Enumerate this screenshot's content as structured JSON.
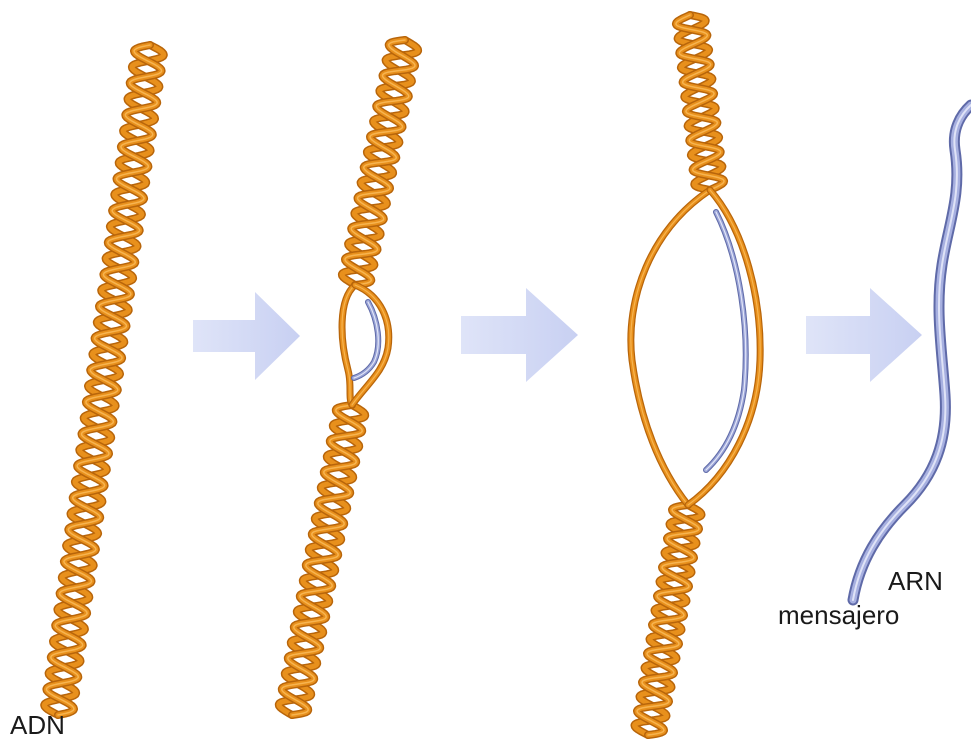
{
  "labels": {
    "dna": "ADN",
    "rna_line1": "ARN",
    "rna_line2": "mensajero"
  },
  "colors": {
    "dna_strand": "#e8901c",
    "dna_strand_dark": "#b8650a",
    "dna_strand_light": "#f7b450",
    "rna_strand": "#9aa4d6",
    "rna_strand_dark": "#5f6aa8",
    "arrow_fill": "#d6dcf5"
  },
  "icons": {
    "step_arrow": "right-arrow"
  }
}
